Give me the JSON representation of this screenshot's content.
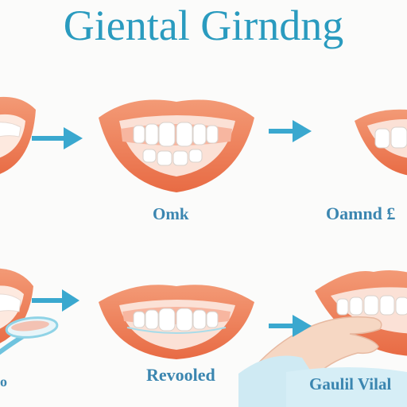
{
  "title": "Giental Girndng",
  "captions": {
    "top_center": "Omk",
    "top_right": "Oamnd £",
    "bottom_center": "Revooled",
    "bottom_right": "Gaulil Vilal",
    "bottom_left": "o"
  },
  "colors": {
    "title": "#2a9bbf",
    "caption": "#3b86b0",
    "lip": "#f0845f",
    "lip_dark": "#e06a45",
    "tooth": "#ffffff",
    "gum": "#f6b39c",
    "arrow": "#3aa8cf",
    "brush": "#8fd3e6",
    "hand": "#f6d7c3",
    "sleeve": "#bfe4ef"
  },
  "icons": [
    "right-arrow-icon",
    "toothbrush-icon",
    "hand-icon"
  ]
}
